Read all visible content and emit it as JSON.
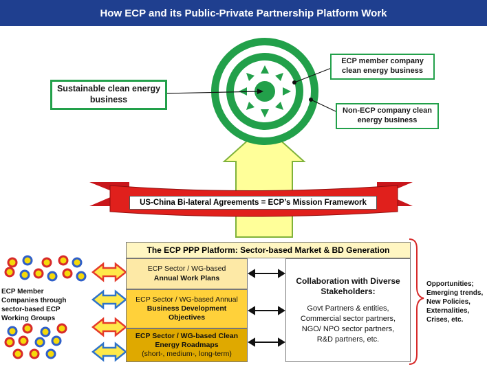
{
  "title": "How ECP and its Public-Private Partnership Platform Work",
  "target": {
    "center_label": "Sustainable clean energy business",
    "member_label": "ECP member company clean energy business",
    "non_member_label": "Non-ECP company clean energy business"
  },
  "mission_banner": "US-China Bi-lateral Agreements = ECP’s Mission Framework",
  "platform": {
    "header": "The ECP PPP Platform: Sector-based Market & BD Generation",
    "plans": [
      {
        "line1": "ECP Sector / WG-based",
        "line2": "Annual Work Plans",
        "line3": ""
      },
      {
        "line1": "ECP Sector / WG-based Annual",
        "line2": "Business Development Objectives",
        "line3": ""
      },
      {
        "line1": "ECP Sector / WG-based Clean Energy Roadmaps",
        "line2": "",
        "line3": "(short-, medium-, long-term)"
      }
    ],
    "collab_title": "Collaboration with Diverse Stakeholders:",
    "collab_items": [
      "Govt Partners & entities,",
      "Commercial sector partners,",
      "NGO/ NPO sector partners,",
      "R&D partners, etc."
    ]
  },
  "left_label": "ECP Member Companies through sector-based ECP Working Groups",
  "right_label": "Opportunities; Emerging trends, New Policies, Externalities, Crises, etc.",
  "colors": {
    "title_bg": "#1f3f8f",
    "green": "#22a04a",
    "red_ribbon": "#e0201c",
    "plan_light": "#fde9a6",
    "plan_mid": "#ffd13a",
    "plan_dark": "#dfa900",
    "arrow_red": "#e53a2a",
    "arrow_blue": "#2f73c9",
    "arrow_fill": "#ffe94a"
  }
}
